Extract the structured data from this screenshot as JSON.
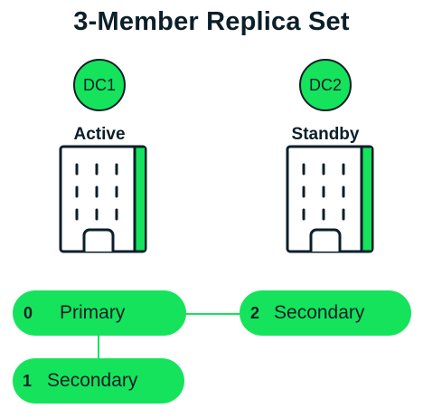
{
  "title": "3-Member Replica Set",
  "datacenters": [
    {
      "badge": "DC1",
      "role": "Active"
    },
    {
      "badge": "DC2",
      "role": "Standby"
    }
  ],
  "members": [
    {
      "index": "0",
      "role": "Primary"
    },
    {
      "index": "1",
      "role": "Secondary"
    },
    {
      "index": "2",
      "role": "Secondary"
    }
  ],
  "colors": {
    "accent": "#16e35c",
    "ink": "#0b1f2a"
  },
  "icons": {
    "datacenter": "building-icon"
  }
}
